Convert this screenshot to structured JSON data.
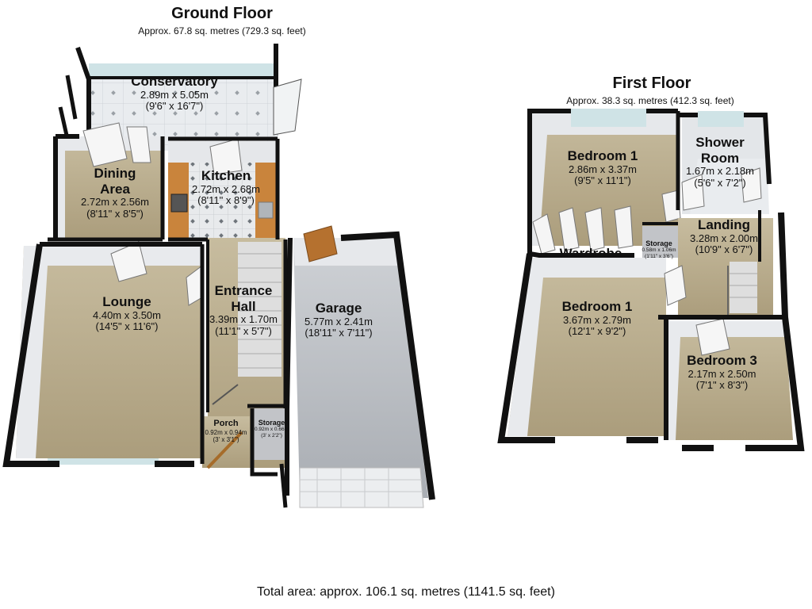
{
  "ground_floor": {
    "title": "Ground Floor",
    "area": "Approx. 67.8 sq. metres (729.3 sq. feet)",
    "rooms": {
      "conservatory": {
        "name": "Conservatory",
        "metric": "2.89m x 5.05m",
        "imperial": "(9'6\" x 16'7\")"
      },
      "dining": {
        "name_line1": "Dining",
        "name_line2": "Area",
        "metric": "2.72m x 2.56m",
        "imperial": "(8'11\" x 8'5\")"
      },
      "kitchen": {
        "name": "Kitchen",
        "metric": "2.72m x 2.68m",
        "imperial": "(8'11\" x 8'9\")"
      },
      "lounge": {
        "name": "Lounge",
        "metric": "4.40m x 3.50m",
        "imperial": "(14'5\" x 11'6\")"
      },
      "hall": {
        "name_line1": "Entrance",
        "name_line2": "Hall",
        "metric": "3.39m x 1.70m",
        "imperial": "(11'1\" x 5'7\")"
      },
      "garage": {
        "name": "Garage",
        "metric": "5.77m x 2.41m",
        "imperial": "(18'11\" x 7'11\")"
      },
      "porch": {
        "name": "Porch",
        "metric": "0.92m x 0.94m",
        "imperial": "(3' x 3'1\")"
      },
      "storage": {
        "name": "Storage",
        "metric": "0.92m x 0.66m",
        "imperial": "(3' x 2'2\")"
      }
    }
  },
  "first_floor": {
    "title": "First Floor",
    "area": "Approx. 38.3 sq. metres (412.3 sq. feet)",
    "rooms": {
      "bedroom1_top": {
        "name": "Bedroom 1",
        "metric": "2.86m x 3.37m",
        "imperial": "(9'5\" x 11'1\")"
      },
      "shower": {
        "name_line1": "Shower",
        "name_line2": "Room",
        "metric": "1.67m x 2.18m",
        "imperial": "(5'6\" x 7'2\")"
      },
      "landing": {
        "name": "Landing",
        "metric": "3.28m x 2.00m",
        "imperial": "(10'9\" x 6'7\")"
      },
      "storage": {
        "name": "Storage",
        "metric": "0.58m x 1.06m",
        "imperial": "(1'11\" x 3'6\")"
      },
      "wardrobe": {
        "name": "Wardrobe"
      },
      "bedroom1_bottom": {
        "name": "Bedroom 1",
        "metric": "3.67m x 2.79m",
        "imperial": "(12'1\" x 9'2\")"
      },
      "bedroom3": {
        "name": "Bedroom 3",
        "metric": "2.17m x 2.50m",
        "imperial": "(7'1\" x 8'3\")"
      }
    }
  },
  "total_area": "Total area: approx. 106.1 sq. metres (1141.5 sq. feet)",
  "colors": {
    "wall": "#111111",
    "wall_face": "#e4e6ea",
    "carpet": "#b3a687",
    "tile": "#e9ecef",
    "garage_floor": "#b9bcc2",
    "kitchen_counter": "#c9843c",
    "stairs": "#dedede",
    "glass": "#cfe3e6"
  }
}
